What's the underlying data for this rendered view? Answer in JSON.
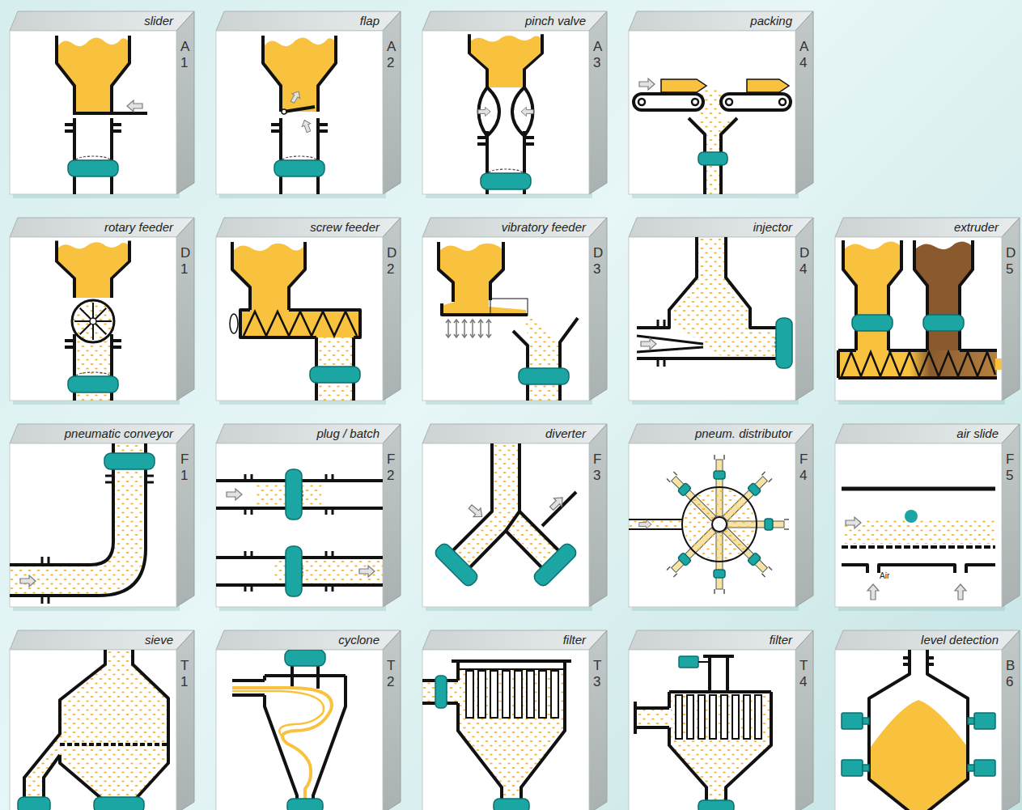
{
  "diagram": {
    "nodes": [
      {
        "text": [
          "slider",
          "A1"
        ]
      },
      {
        "text": [
          "flap",
          "A2"
        ]
      },
      {
        "text": [
          "pinch valve",
          "A3"
        ]
      },
      {
        "text": [
          "packing",
          "A4"
        ]
      },
      {
        "text": [
          "rotary feeder",
          "D1"
        ]
      },
      {
        "text": [
          "screw feeder",
          "D2"
        ]
      },
      {
        "text": [
          "vibratory feeder",
          "D3"
        ]
      },
      {
        "text": [
          "injector",
          "D4"
        ]
      },
      {
        "text": [
          "extruder",
          "D5"
        ]
      },
      {
        "text": [
          "pneumatic conveyor",
          "F1"
        ]
      },
      {
        "text": [
          "plug / batch",
          "F2"
        ]
      },
      {
        "text": [
          "diverter",
          "F3"
        ]
      },
      {
        "text": [
          "pneum. distributor",
          "F4"
        ]
      },
      {
        "text": [
          "air slide",
          "F5"
        ]
      },
      {
        "text": [
          "sieve",
          "T1"
        ]
      },
      {
        "text": [
          "cyclone",
          "T2"
        ]
      },
      {
        "text": [
          "filter",
          "T3"
        ]
      },
      {
        "text": [
          "filter",
          "T4"
        ]
      },
      {
        "text": [
          "level detection",
          "B6"
        ]
      }
    ],
    "labels": [
      "Air"
    ]
  }
}
